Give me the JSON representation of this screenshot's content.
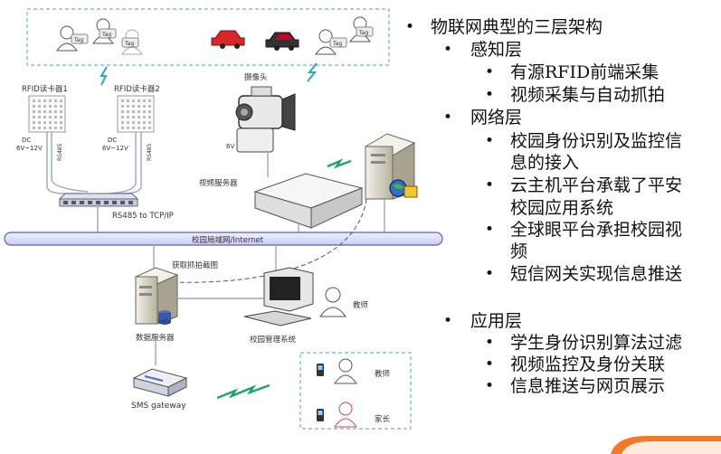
{
  "diagram": {
    "rfid_reader_1": "RFID读卡器1",
    "rfid_reader_2": "RFID读卡器2",
    "dc_label": "DC",
    "voltage": "6V~12V",
    "rs485": "RS485",
    "converter": "RS485 to TCP/IP",
    "camera": "摄像头",
    "camera_voltage": "6V",
    "video_server": "视频服务器",
    "network": "校园局域网/Internet",
    "capture": "获取抓拍截图",
    "data_server": "数据服务器",
    "campus_mgmt": "校园管理系统",
    "teacher": "教师",
    "teacher2": "教师",
    "parent": "家长",
    "sms_gateway": "SMS gateway",
    "tag": "Tag"
  },
  "outline": {
    "title": "物联网典型的三层架构",
    "perception": "感知层",
    "p1": "有源RFID前端采集",
    "p2": "视频采集与自动抓拍",
    "network_layer": "网络层",
    "n1_a": "校园身份识别及监控信",
    "n1_b": "息的接入",
    "n2_a": "云主机平台承载了平安",
    "n2_b": "校园应用系统",
    "n3_a": "全球眼平台承担校园视",
    "n3_b": "频",
    "n4": "短信网关实现信息推送",
    "application": "应用层",
    "a1": "学生身份识别算法过滤",
    "a2": "视频监控及身份关联",
    "a3": "信息推送与网页展示"
  }
}
